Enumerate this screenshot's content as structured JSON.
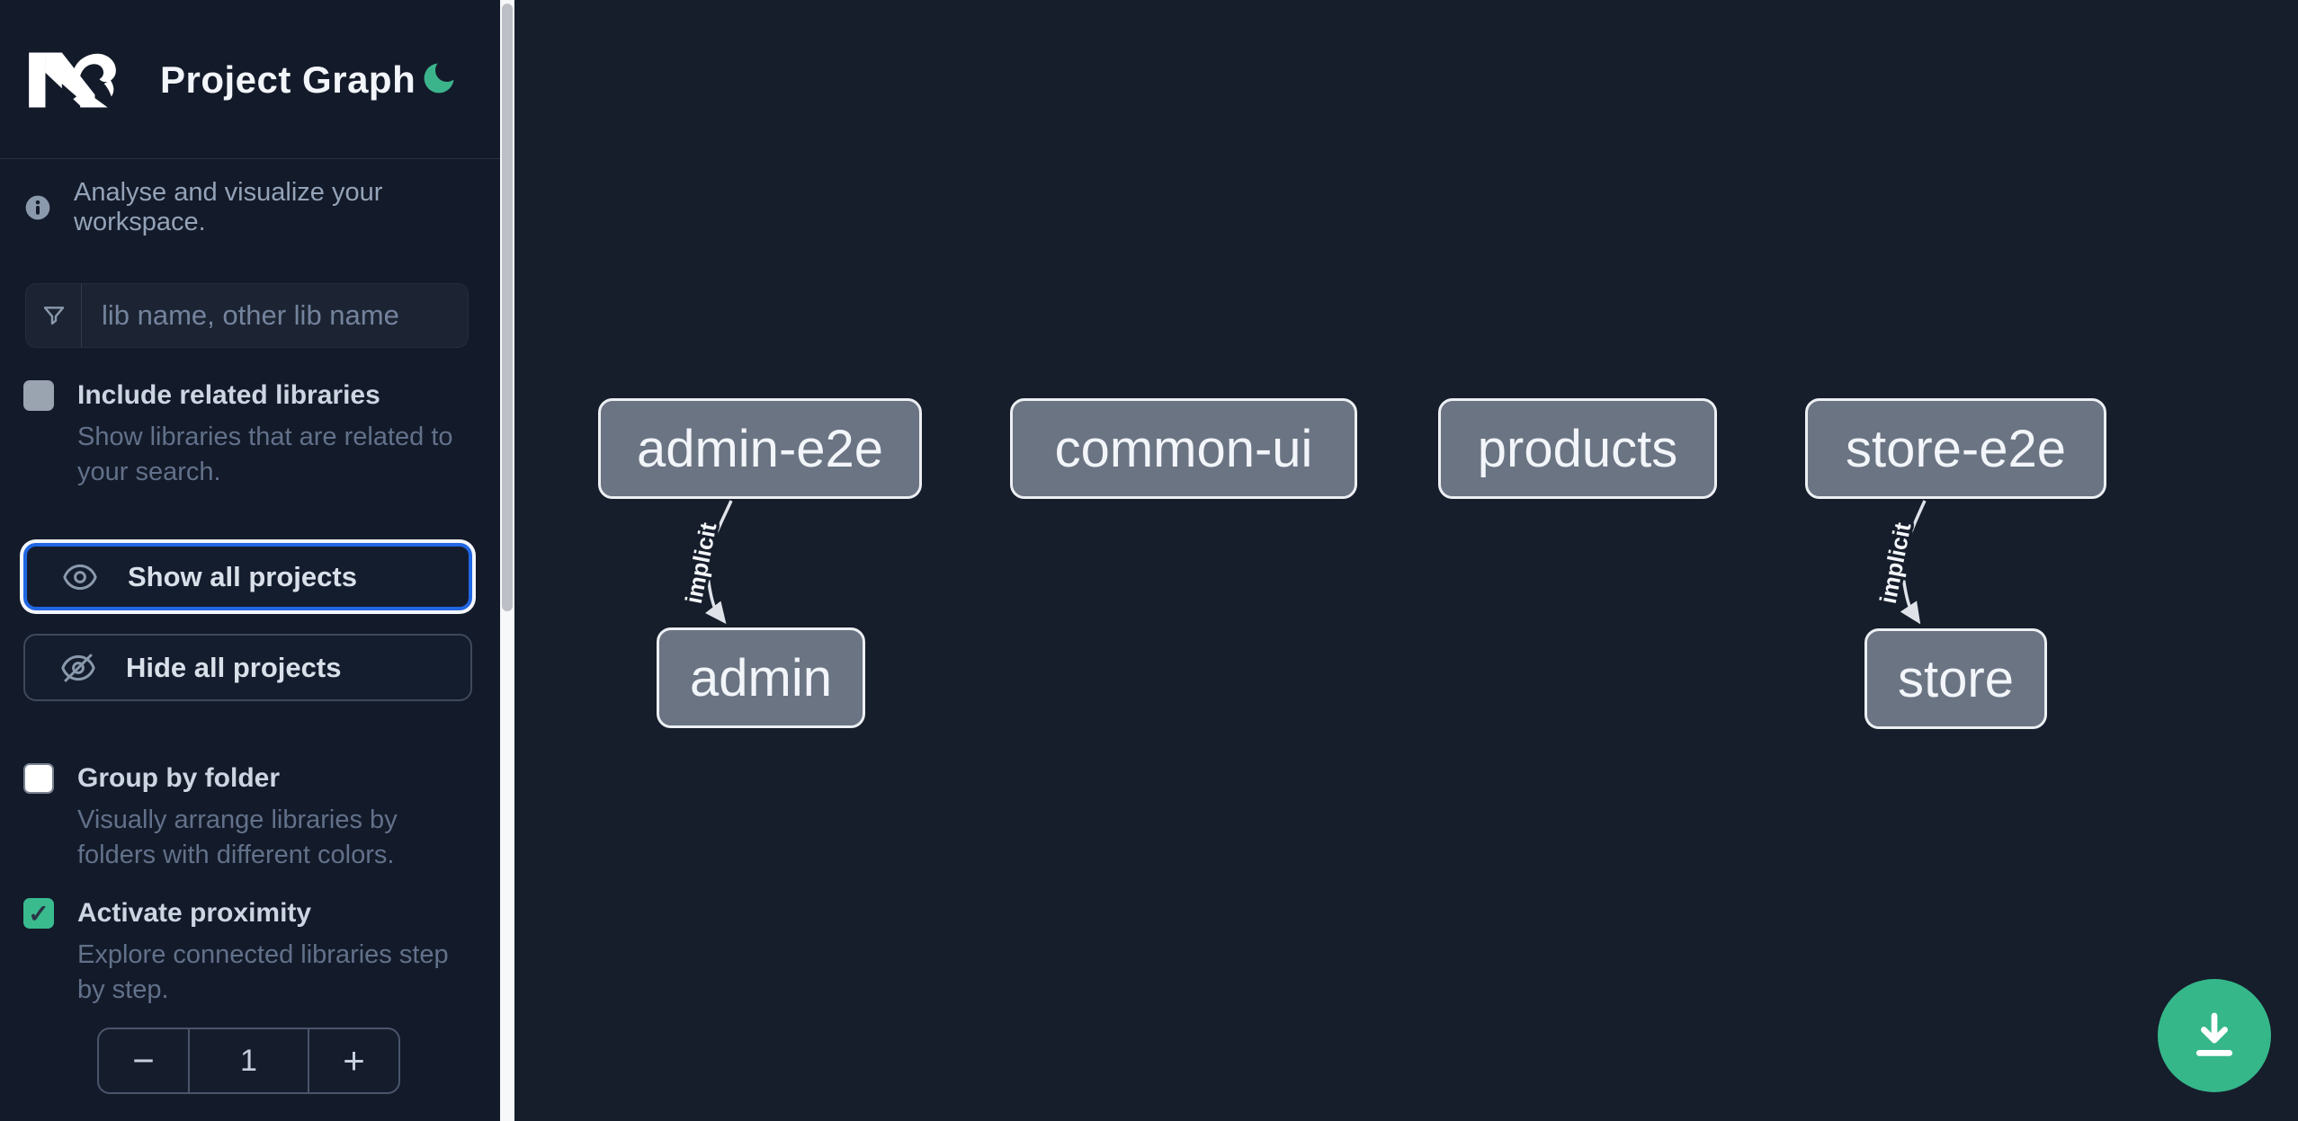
{
  "header": {
    "title": "Project Graph",
    "theme_icon": "moon"
  },
  "sidebar": {
    "tagline": "Analyse and visualize your workspace.",
    "filter": {
      "placeholder": "lib name, other lib name",
      "value": ""
    },
    "options": [
      {
        "id": "include-related-libraries",
        "label": "Include related libraries",
        "description": "Show libraries that are related to\nyour search.",
        "checked": false,
        "enabled": false
      },
      {
        "id": "group-by-folder",
        "label": "Group by folder",
        "description": "Visually arrange libraries by\nfolders with different colors.",
        "checked": false,
        "enabled": true
      },
      {
        "id": "activate-proximity",
        "label": "Activate proximity",
        "description": "Explore connected libraries step\nby step.",
        "checked": true,
        "enabled": true
      }
    ],
    "actions": [
      {
        "id": "show-all-projects",
        "label": "Show all projects",
        "focused": true
      },
      {
        "id": "hide-all-projects",
        "label": "Hide all projects",
        "focused": false
      }
    ],
    "proximity_stepper": {
      "decrement": "−",
      "value": "1",
      "increment": "+"
    }
  },
  "graph": {
    "nodes": [
      {
        "label": "admin-e2e"
      },
      {
        "label": "common-ui"
      },
      {
        "label": "products"
      },
      {
        "label": "store-e2e"
      },
      {
        "label": "admin"
      },
      {
        "label": "store"
      }
    ],
    "edges": [
      {
        "from": "admin-e2e",
        "to": "admin",
        "label": "implicit"
      },
      {
        "from": "store-e2e",
        "to": "store",
        "label": "implicit"
      }
    ]
  },
  "fab": {
    "action": "download-graph-image"
  },
  "colors": {
    "accent_green": "#35b789",
    "focus_blue": "#2166e3",
    "node_fill": "#6b7483",
    "node_border": "#eceff3",
    "edge": "#dfe3e9",
    "sidebar_bg": "#131a29",
    "canvas_bg": "#161d2b"
  }
}
